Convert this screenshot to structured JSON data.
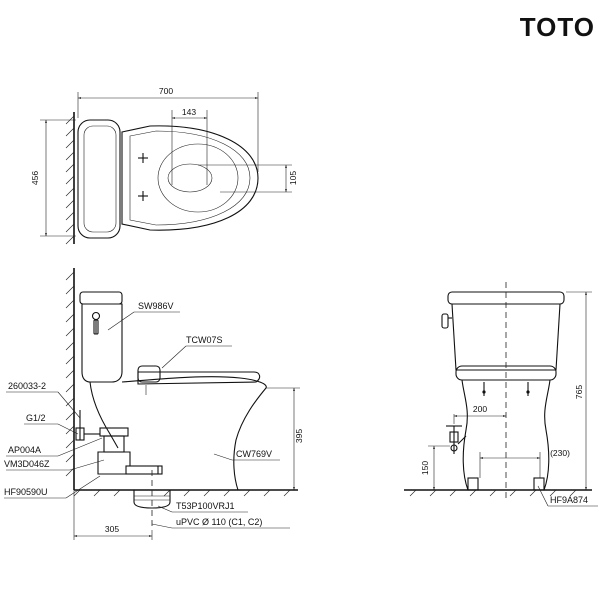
{
  "brand": "TOTO",
  "dimensions": {
    "top_width": "700",
    "top_seat_width": "143",
    "top_depth": "456",
    "top_offset": "105",
    "side_floor_offset": "305",
    "side_height": "395",
    "front_height": "765",
    "front_half_width": "200",
    "front_leg_width": "(230)",
    "front_inlet_height": "150"
  },
  "parts": {
    "sw986v": "SW986V",
    "tcw07s": "TCW07S",
    "p260033": "260033-2",
    "g12": "G1/2",
    "ap004a": "AP004A",
    "vm3d046z": "VM3D046Z",
    "hf90590u": "HF90590U",
    "cw769v": "CW769V",
    "t53p100vrj1": "T53P100VRJ1",
    "upvc": "uPVC Ø 110 (C1, C2)",
    "hf9a874": "HF9A874"
  }
}
